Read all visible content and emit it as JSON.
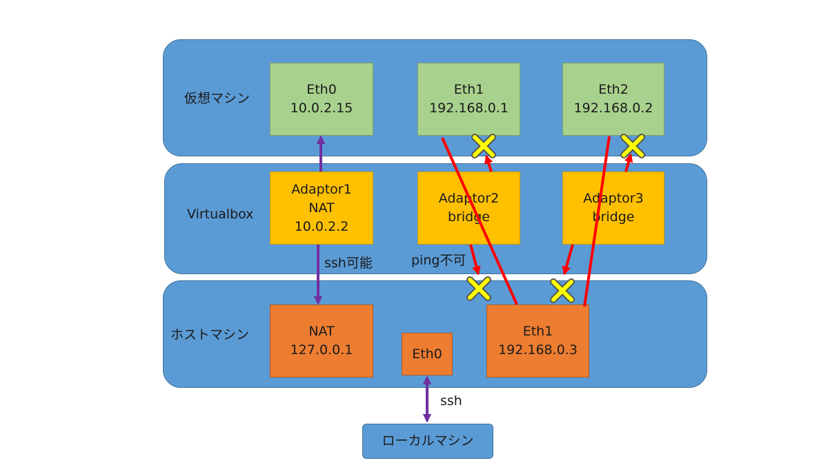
{
  "layers": {
    "vm": "仮想マシン",
    "virtualbox": "Virtualbox",
    "host": "ホストマシン"
  },
  "vm_boxes": {
    "eth0": {
      "name": "Eth0",
      "ip": "10.0.2.15"
    },
    "eth1": {
      "name": "Eth1",
      "ip": "192.168.0.1"
    },
    "eth2": {
      "name": "Eth2",
      "ip": "192.168.0.2"
    }
  },
  "adaptors": {
    "a1": {
      "name": "Adaptor1",
      "mode": "NAT",
      "ip": "10.0.2.2"
    },
    "a2": {
      "name": "Adaptor2",
      "mode": "bridge"
    },
    "a3": {
      "name": "Adaptor3",
      "mode": "bridge"
    }
  },
  "host_boxes": {
    "nat": {
      "name": "NAT",
      "ip": "127.0.0.1"
    },
    "eth0": {
      "name": "Eth0"
    },
    "eth1": {
      "name": "Eth1",
      "ip": "192.168.0.3"
    }
  },
  "local_machine": "ローカルマシン",
  "notes": {
    "ssh_ok": "ssh可能",
    "ping_ng": "ping不可",
    "ssh": "ssh"
  },
  "colors": {
    "purple_arrow": "#7030a0",
    "red_arrow": "#ff0000",
    "cross": "#ffff00"
  }
}
